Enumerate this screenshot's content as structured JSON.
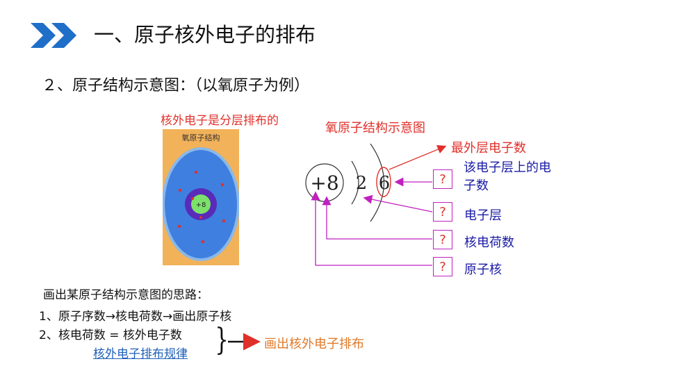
{
  "header": {
    "title": "一、原子核外电子的排布",
    "icon": "double-chevron-right-icon",
    "accent": "#1f6fc9"
  },
  "section": {
    "heading": "２、原子结构示意图：（以氧原子为例）"
  },
  "left_figure": {
    "caption": "核外电子是分层排布的",
    "label": "氧原子结构",
    "nucleus_label": "+8"
  },
  "diagram": {
    "caption": "氧原子结构示意图",
    "nucleus": "+8",
    "shell_values": [
      "2",
      "6"
    ],
    "outer_shell_label": "最外层电子数",
    "question_mark": "?",
    "callouts": [
      "该电子层上的电子数",
      "电子层",
      "核电荷数",
      "原子核"
    ]
  },
  "steps": {
    "title": "画出某原子结构示意图的思路：",
    "step1": "1、原子序数→核电荷数→画出原子核",
    "step2": "2、核电荷数 = 核外电子数",
    "rules_link": "核外电子排布规律",
    "result": "画出核外电子排布"
  },
  "colors": {
    "red": "#e0302a",
    "blue": "#1a1aa6",
    "magenta": "#c020c0",
    "orange": "#e07a2a"
  }
}
